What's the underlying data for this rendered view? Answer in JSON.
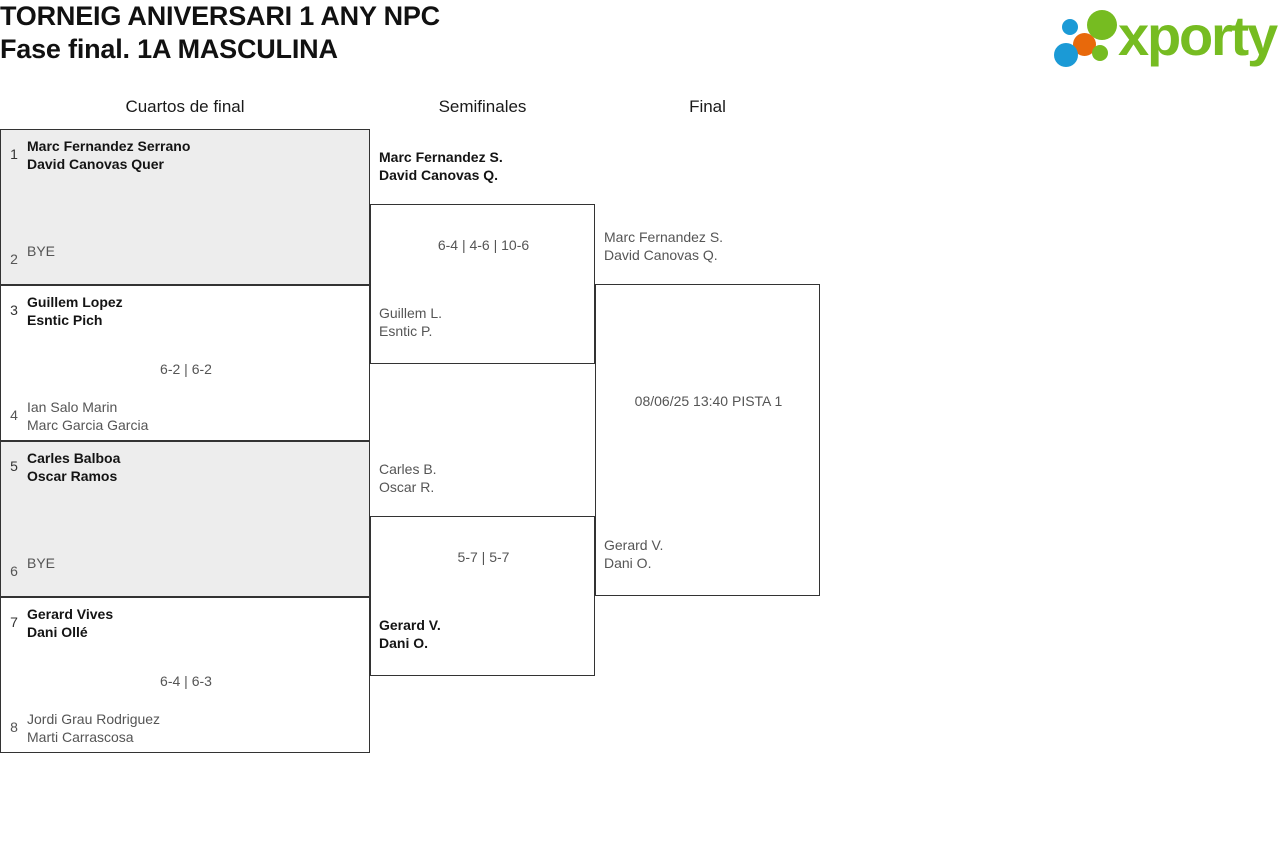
{
  "header": {
    "title_line_1": "TORNEIG ANIVERSARI 1 ANY NPC",
    "title_line_2": "Fase final. 1A MASCULINA"
  },
  "logo": {
    "wordmark": "xporty",
    "colors": {
      "green": "#76bc21",
      "blue": "#1b9ad6",
      "orange": "#e8690b"
    }
  },
  "rounds": [
    {
      "id": "qf",
      "label": "Cuartos de final"
    },
    {
      "id": "sf",
      "label": "Semifinales"
    },
    {
      "id": "f",
      "label": "Final"
    }
  ],
  "bracket": {
    "quarterfinals": [
      {
        "shaded": true,
        "score": "",
        "top": {
          "seed": "1",
          "player1": "Marc Fernandez Serrano",
          "player2": "David Canovas Quer",
          "result": "winner"
        },
        "bottom": {
          "seed": "2",
          "player1": "BYE",
          "player2": "",
          "result": "bye"
        }
      },
      {
        "shaded": false,
        "score": "6-2 | 6-2",
        "top": {
          "seed": "3",
          "player1": "Guillem Lopez",
          "player2": "Esntic Pich",
          "result": "winner"
        },
        "bottom": {
          "seed": "4",
          "player1": "Ian Salo Marin",
          "player2": "Marc Garcia Garcia",
          "result": "loser"
        }
      },
      {
        "shaded": true,
        "score": "",
        "top": {
          "seed": "5",
          "player1": "Carles Balboa",
          "player2": "Oscar Ramos",
          "result": "winner"
        },
        "bottom": {
          "seed": "6",
          "player1": "BYE",
          "player2": "",
          "result": "bye"
        }
      },
      {
        "shaded": false,
        "score": "6-4 | 6-3",
        "top": {
          "seed": "7",
          "player1": "Gerard Vives",
          "player2": "Dani Ollé",
          "result": "winner"
        },
        "bottom": {
          "seed": "8",
          "player1": "Jordi Grau Rodriguez",
          "player2": "Marti Carrascosa",
          "result": "loser"
        }
      }
    ],
    "semifinals": [
      {
        "score": "6-4 | 4-6 | 10-6",
        "top": {
          "player1": "Marc Fernandez S.",
          "player2": "David Canovas Q.",
          "result": "winner"
        },
        "bottom": {
          "player1": "Guillem L.",
          "player2": "Esntic P.",
          "result": "loser"
        }
      },
      {
        "score": "5-7 | 5-7",
        "top": {
          "player1": "Carles B.",
          "player2": "Oscar R.",
          "result": "loser"
        },
        "bottom": {
          "player1": "Gerard V.",
          "player2": "Dani O.",
          "result": "winner"
        }
      }
    ],
    "final": [
      {
        "score": "08/06/25 13:40 PISTA 1",
        "top": {
          "player1": "Marc Fernandez S.",
          "player2": "David Canovas Q.",
          "result": "pending"
        },
        "bottom": {
          "player1": "Gerard V.",
          "player2": "Dani O.",
          "result": "pending"
        }
      }
    ]
  }
}
